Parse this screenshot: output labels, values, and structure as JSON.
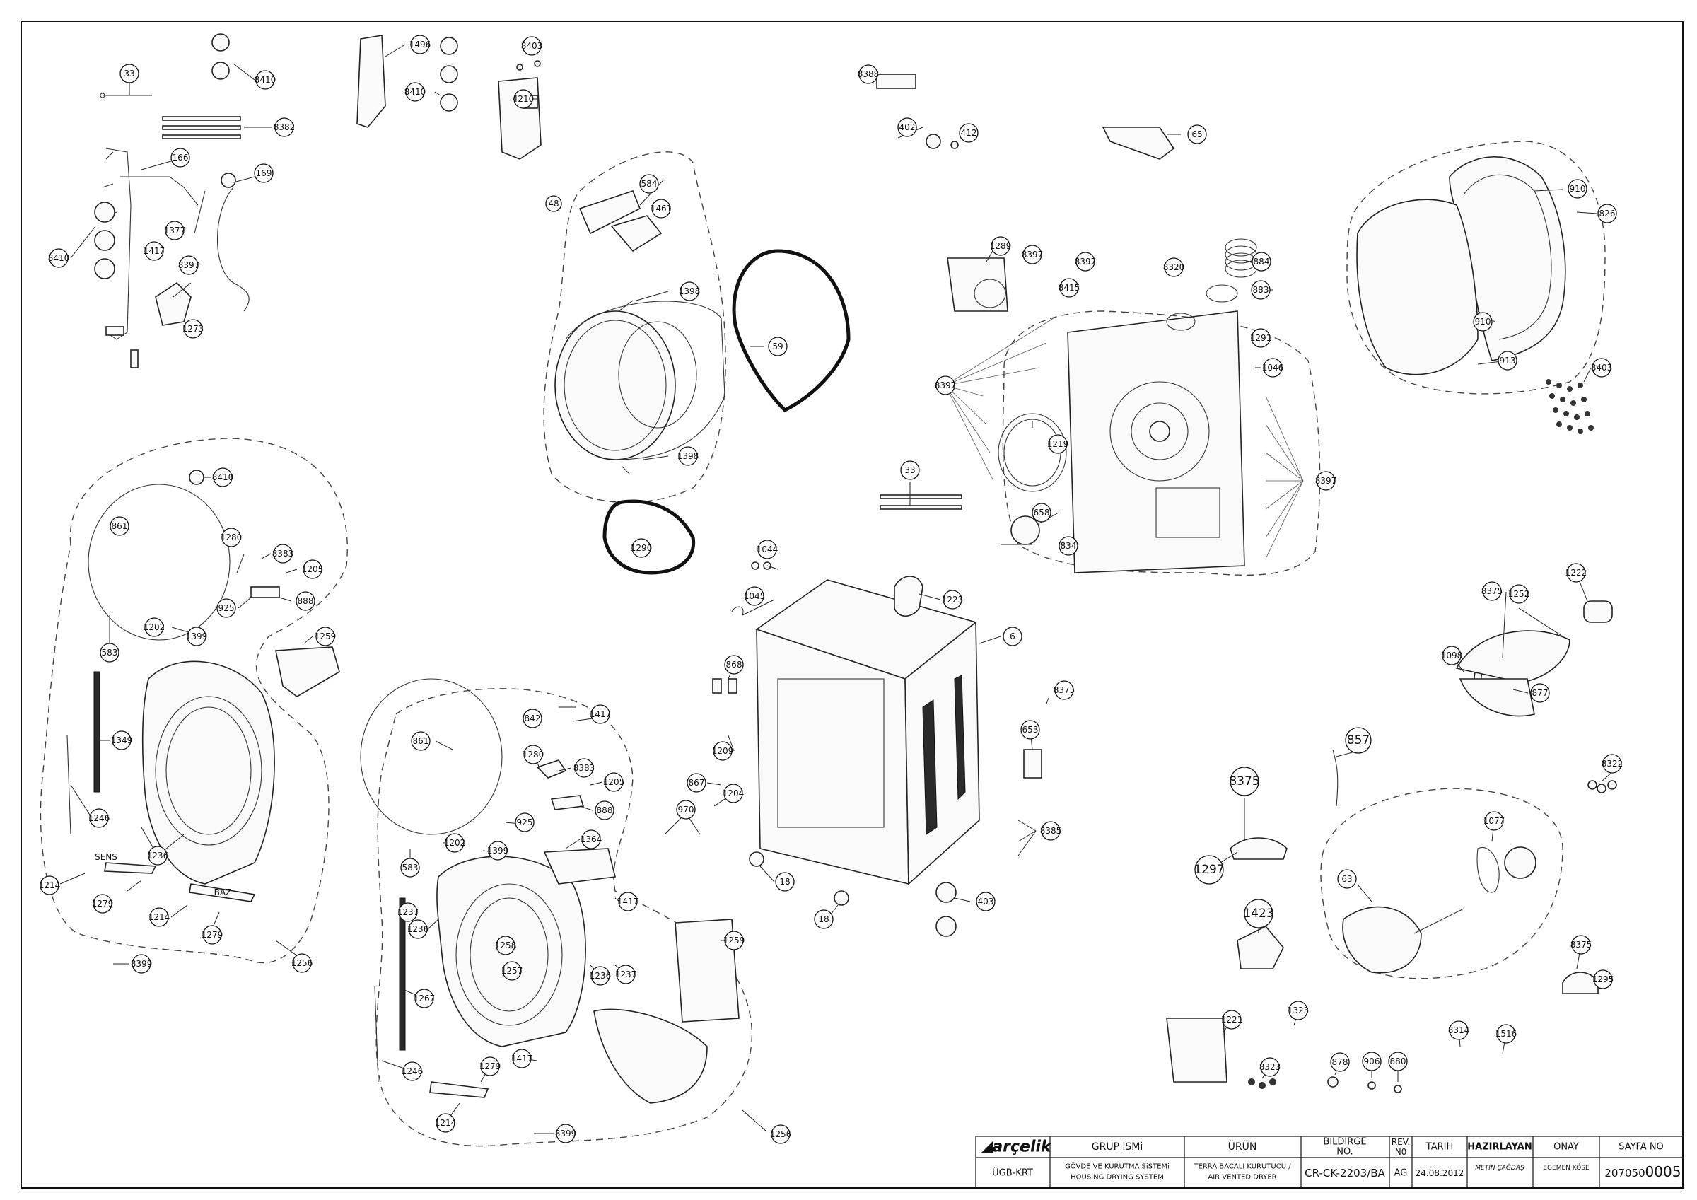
{
  "callouts": [
    {
      "text": "33"
    },
    {
      "text": "8410"
    },
    {
      "text": "8382"
    },
    {
      "text": "166"
    },
    {
      "text": "169"
    },
    {
      "text": "1377"
    },
    {
      "text": "8410"
    },
    {
      "text": "1417"
    },
    {
      "text": "8397"
    },
    {
      "text": "1273"
    },
    {
      "text": "1496"
    },
    {
      "text": "8410"
    },
    {
      "text": "8403"
    },
    {
      "text": "4210"
    },
    {
      "text": "48"
    },
    {
      "text": "584"
    },
    {
      "text": "1461"
    },
    {
      "text": "1398"
    },
    {
      "text": "59"
    },
    {
      "text": "1398"
    },
    {
      "text": "1290"
    },
    {
      "text": "8388"
    },
    {
      "text": "402"
    },
    {
      "text": "412"
    },
    {
      "text": "65"
    },
    {
      "text": "1289"
    },
    {
      "text": "8397"
    },
    {
      "text": "8397"
    },
    {
      "text": "8320"
    },
    {
      "text": "884"
    },
    {
      "text": "8415"
    },
    {
      "text": "883"
    },
    {
      "text": "1291"
    },
    {
      "text": "1046"
    },
    {
      "text": "8397"
    },
    {
      "text": "1219"
    },
    {
      "text": "33"
    },
    {
      "text": "658"
    },
    {
      "text": "834"
    },
    {
      "text": "8397"
    },
    {
      "text": "910"
    },
    {
      "text": "826"
    },
    {
      "text": "910"
    },
    {
      "text": "913"
    },
    {
      "text": "8403"
    },
    {
      "text": "8410"
    },
    {
      "text": "861"
    },
    {
      "text": "1280"
    },
    {
      "text": "8383"
    },
    {
      "text": "1205"
    },
    {
      "text": "888"
    },
    {
      "text": "925"
    },
    {
      "text": "1202"
    },
    {
      "text": "1399"
    },
    {
      "text": "583"
    },
    {
      "text": "1259"
    },
    {
      "text": "1349"
    },
    {
      "text": "1246"
    },
    {
      "text": "1236"
    },
    {
      "text": "1214"
    },
    {
      "text": "1279"
    },
    {
      "text": "1214"
    },
    {
      "text": "1279"
    },
    {
      "text": "1256"
    },
    {
      "text": "8399"
    },
    {
      "text": "1044"
    },
    {
      "text": "1045"
    },
    {
      "text": "1223"
    },
    {
      "text": "6"
    },
    {
      "text": "868"
    },
    {
      "text": "1209"
    },
    {
      "text": "867"
    },
    {
      "text": "1204"
    },
    {
      "text": "970"
    },
    {
      "text": "18"
    },
    {
      "text": "18"
    },
    {
      "text": "403"
    },
    {
      "text": "8375"
    },
    {
      "text": "653"
    },
    {
      "text": "8385"
    },
    {
      "text": "861"
    },
    {
      "text": "842"
    },
    {
      "text": "1417"
    },
    {
      "text": "1280"
    },
    {
      "text": "8383"
    },
    {
      "text": "1205"
    },
    {
      "text": "888"
    },
    {
      "text": "925"
    },
    {
      "text": "1202"
    },
    {
      "text": "1399"
    },
    {
      "text": "583"
    },
    {
      "text": "1364"
    },
    {
      "text": "1237"
    },
    {
      "text": "1236"
    },
    {
      "text": "1258"
    },
    {
      "text": "1257"
    },
    {
      "text": "1417"
    },
    {
      "text": "1236"
    },
    {
      "text": "1237"
    },
    {
      "text": "1259"
    },
    {
      "text": "1267"
    },
    {
      "text": "1246"
    },
    {
      "text": "1279"
    },
    {
      "text": "1417"
    },
    {
      "text": "1214"
    },
    {
      "text": "8399"
    },
    {
      "text": "1256"
    },
    {
      "text": "1222"
    },
    {
      "text": "8375"
    },
    {
      "text": "1252"
    },
    {
      "text": "1098"
    },
    {
      "text": "877"
    },
    {
      "text": "857"
    },
    {
      "text": "8375"
    },
    {
      "text": "1297"
    },
    {
      "text": "8322"
    },
    {
      "text": "1077"
    },
    {
      "text": "63"
    },
    {
      "text": "1423"
    },
    {
      "text": "8375"
    },
    {
      "text": "1295"
    },
    {
      "text": "1221"
    },
    {
      "text": "1323"
    },
    {
      "text": "8323"
    },
    {
      "text": "878"
    },
    {
      "text": "906"
    },
    {
      "text": "880"
    },
    {
      "text": "8314"
    },
    {
      "text": "1516"
    }
  ],
  "annotations": {
    "sens": "SENS",
    "baz": "BAZ"
  },
  "title_block": {
    "brand": "arçelik",
    "dept": "ÜGB-KRT",
    "group_header": "GRUP iSMi",
    "group_tr": "GÖVDE VE KURUTMA SiSTEMi",
    "group_en": "HOUSING DRYING SYSTEM",
    "product_header": "ÜRÜN",
    "product_tr": "TERRA BACALI KURUTUCU /",
    "product_en": "AIR VENTED DRYER",
    "doc_header_1": "BILDIRGE",
    "doc_header_2": "NO.",
    "doc_value": "CR-CK-2203/BA",
    "rev_header_1": "REV.",
    "rev_header_2": "N0",
    "rev_value": "AG",
    "date_header": "TARIH",
    "date_value": "24.08.2012",
    "prepared_header": "HAZIRLAYAN",
    "prepared_value": "METIN ÇAĞDAŞ",
    "approved_header": "ONAY",
    "approved_value": "EGEMEN KÖSE",
    "page_header": "SAYFA NO",
    "page_main": "207050",
    "page_sub": "0005"
  }
}
